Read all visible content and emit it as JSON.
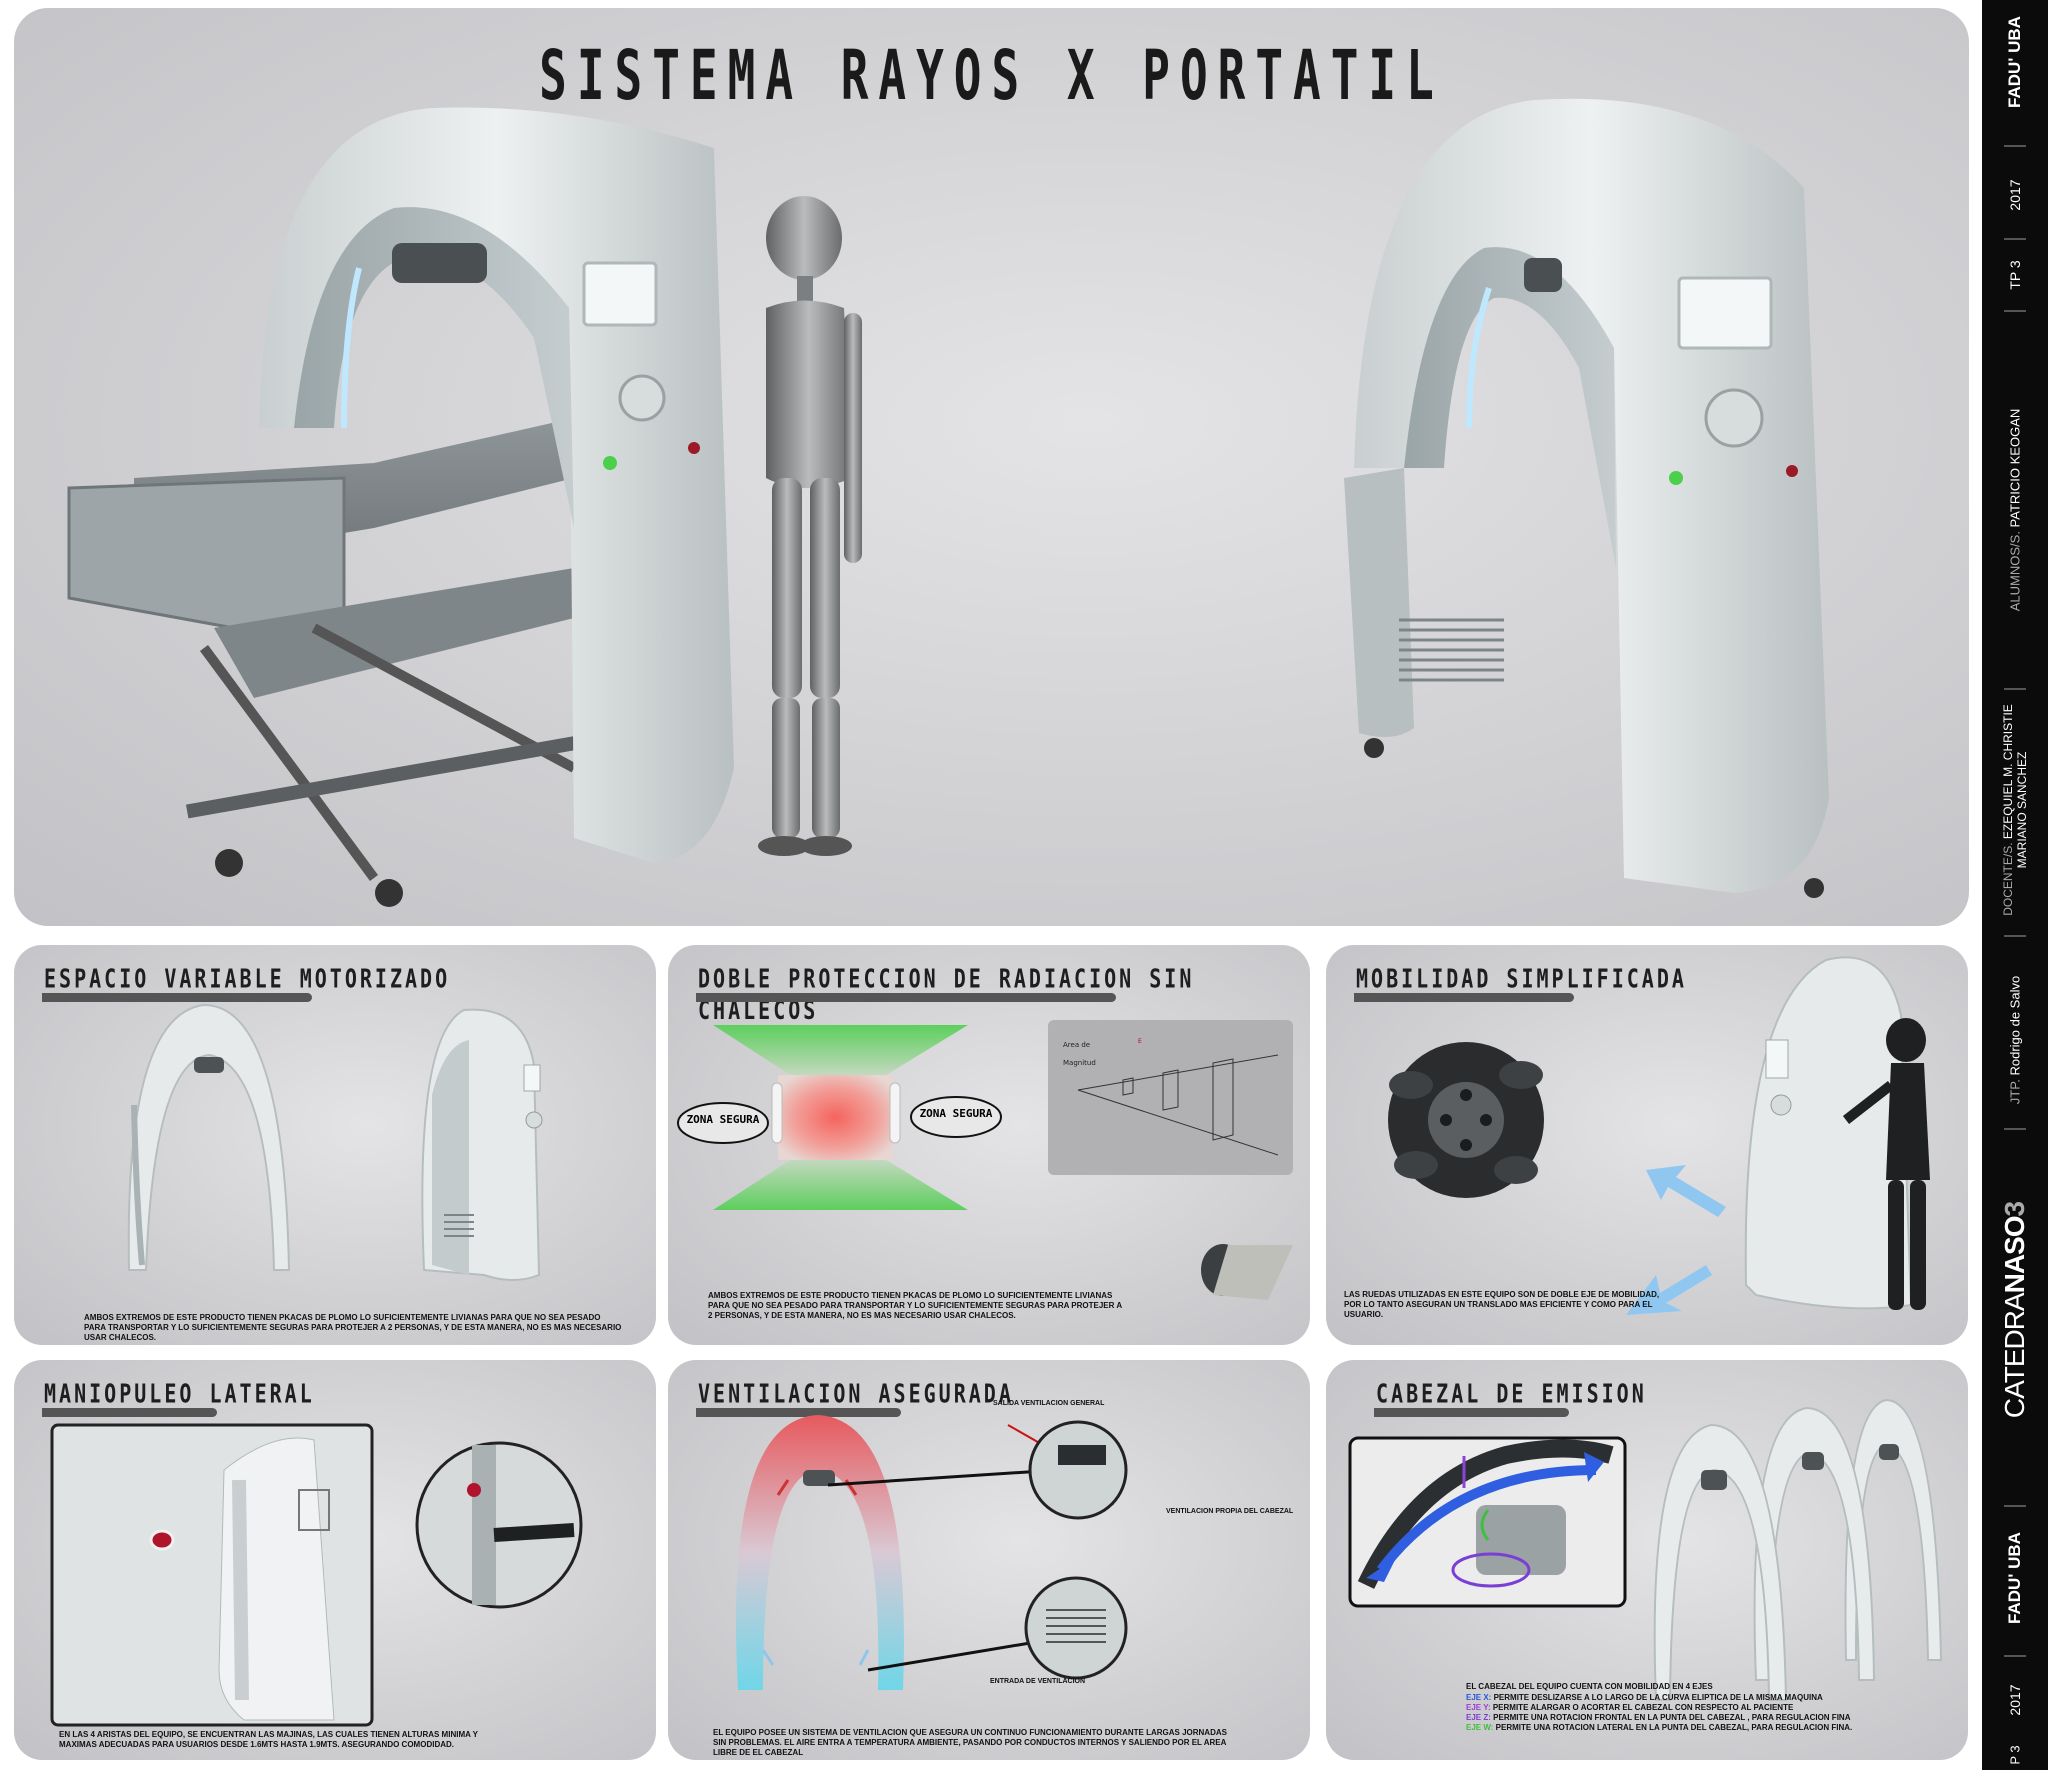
{
  "hero": {
    "title": "SISTEMA RAYOS X PORTATIL"
  },
  "panels": {
    "espacio": {
      "title": "ESPACIO VARIABLE MOTORIZADO",
      "description": "AMBOS EXTREMOS DE ESTE PRODUCTO TIENEN PKACAS DE PLOMO LO SUFICIENTEMENTE LIVIANAS PARA QUE NO SEA PESADO PARA TRANSPORTAR Y LO SUFICIENTEMENTE SEGURAS PARA PROTEJER A 2 PERSONAS, Y DE ESTA MANERA, NO ES MAS NECESARIO USAR CHALECOS."
    },
    "doble": {
      "title": "DOBLE PROTECCION DE RADIACION SIN CHALECOS",
      "zone_left": "ZONA SEGURA",
      "zone_right": "ZONA SEGURA",
      "description": "AMBOS EXTREMOS DE ESTE PRODUCTO TIENEN PKACAS DE PLOMO LO SUFICIENTEMENTE LIVIANAS PARA QUE NO SEA PESADO PARA TRANSPORTAR Y LO SUFICIENTEMENTE SEGURAS PARA PROTEJER A 2 PERSONAS, Y DE ESTA MANERA, NO ES MAS NECESARIO USAR CHALECOS."
    },
    "movilidad": {
      "title": "MOBILIDAD SIMPLIFICADA",
      "description": "LAS RUEDAS UTILIZADAS EN ESTE EQUIPO SON DE DOBLE EJE DE MOBILIDAD, POR LO TANTO ASEGURAN UN TRANSLADO MAS EFICIENTE Y COMO PARA EL USUARIO."
    },
    "manipuleo": {
      "title": "MANIOPULEO LATERAL",
      "description": "EN LAS 4 ARISTAS DEL EQUIPO, SE ENCUENTRAN LAS MAJINAS, LAS CUALES TIENEN ALTURAS MINIMA Y MAXIMAS ADECUADAS PARA USUARIOS DESDE 1.6MTS HASTA 1.9MTS. ASEGURANDO COMODIDAD."
    },
    "ventilacion": {
      "title": "VENTILACION ASEGURADA",
      "callout_general": "SALIDA VENTILACION GENERAL",
      "callout_cabezal": "VENTILACION PROPIA DEL CABEZAL",
      "callout_entrada": "ENTRADA DE VENTILACION",
      "description": "EL EQUIPO POSEE UN SISTEMA DE VENTILACION QUE ASEGURA UN CONTINUO FUNCIONAMIENTO DURANTE LARGAS JORNADAS SIN PROBLEMAS. EL AIRE ENTRA A TEMPERATURA AMBIENTE, PASANDO POR CONDUCTOS INTERNOS Y SALIENDO POR EL AREA LIBRE DE EL CABEZAL"
    },
    "cabezal": {
      "title": "CABEZAL DE EMISION",
      "intro": "EL CABEZAL DEL EQUIPO CUENTA CON MOBILIDAD EN 4 EJES",
      "lines": [
        {
          "prefix": "EJE X:",
          "text": "PERMITE DESLIZARSE A LO LARGO DE LA CURVA ELIPTICA DE LA MISMA MAQUINA",
          "color": "#2b56d8"
        },
        {
          "prefix": "EJE Y:",
          "text": "PERMITE ALARGAR O ACORTAR EL CABEZAL CON RESPECTO AL PACIENTE",
          "color": "#9b3fd4"
        },
        {
          "prefix": "EJE Z:",
          "text": "PERMITE UNA ROTACION FRONTAL EN LA PUNTA DEL CABEZAL , PARA REGULACION FINA",
          "color": "#7a3fd4"
        },
        {
          "prefix": "EJE W:",
          "text": "PERMITE UNA ROTACION LATERAL EN LA PUNTA DEL CABEZAL, PARA REGULACION FINA.",
          "color": "#3fbf3f"
        }
      ]
    }
  },
  "sidebar": {
    "school": "FADU' UBA",
    "year": "2017",
    "tp": "TP 3",
    "alumnos_label": "ALUMNOS/S.",
    "alumnos": "PATRICIO KEOGAN",
    "docentes_label": "DOCENTE/S.",
    "docentes_1": "EZEQUIEL M. CHRISTIE",
    "docentes_2": "MARIANO SANCHEZ",
    "jtp_label": "JTP.",
    "jtp": "Rodrigo de Salvo",
    "catedra_a": "CATEDRA",
    "catedra_b": "NASO",
    "catedra_c": "3",
    "school_bottom": "FADU' UBA",
    "year_bottom": "2017",
    "tp_bottom": "P 3"
  },
  "colors": {
    "accent_blue": "#7fb8e6",
    "safe_green": "#6ad46a",
    "radiation_red": "#f27a72",
    "sidebar": "#0b0b0b"
  }
}
